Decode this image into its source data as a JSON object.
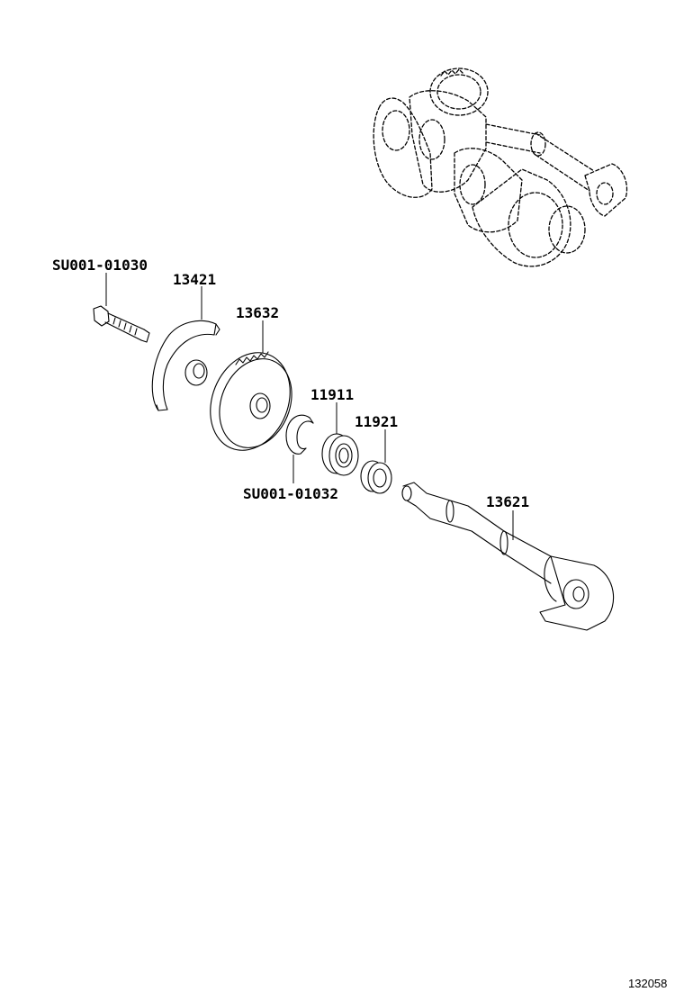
{
  "diagram": {
    "part_labels": {
      "bolt": "SU001-01030",
      "weight_plate": "13421",
      "driven_gear": "13632",
      "bearing": "11911",
      "snap_ring": "SU001-01032",
      "spacer": "11921",
      "balance_shaft": "13621"
    },
    "figure_code": "132058"
  }
}
